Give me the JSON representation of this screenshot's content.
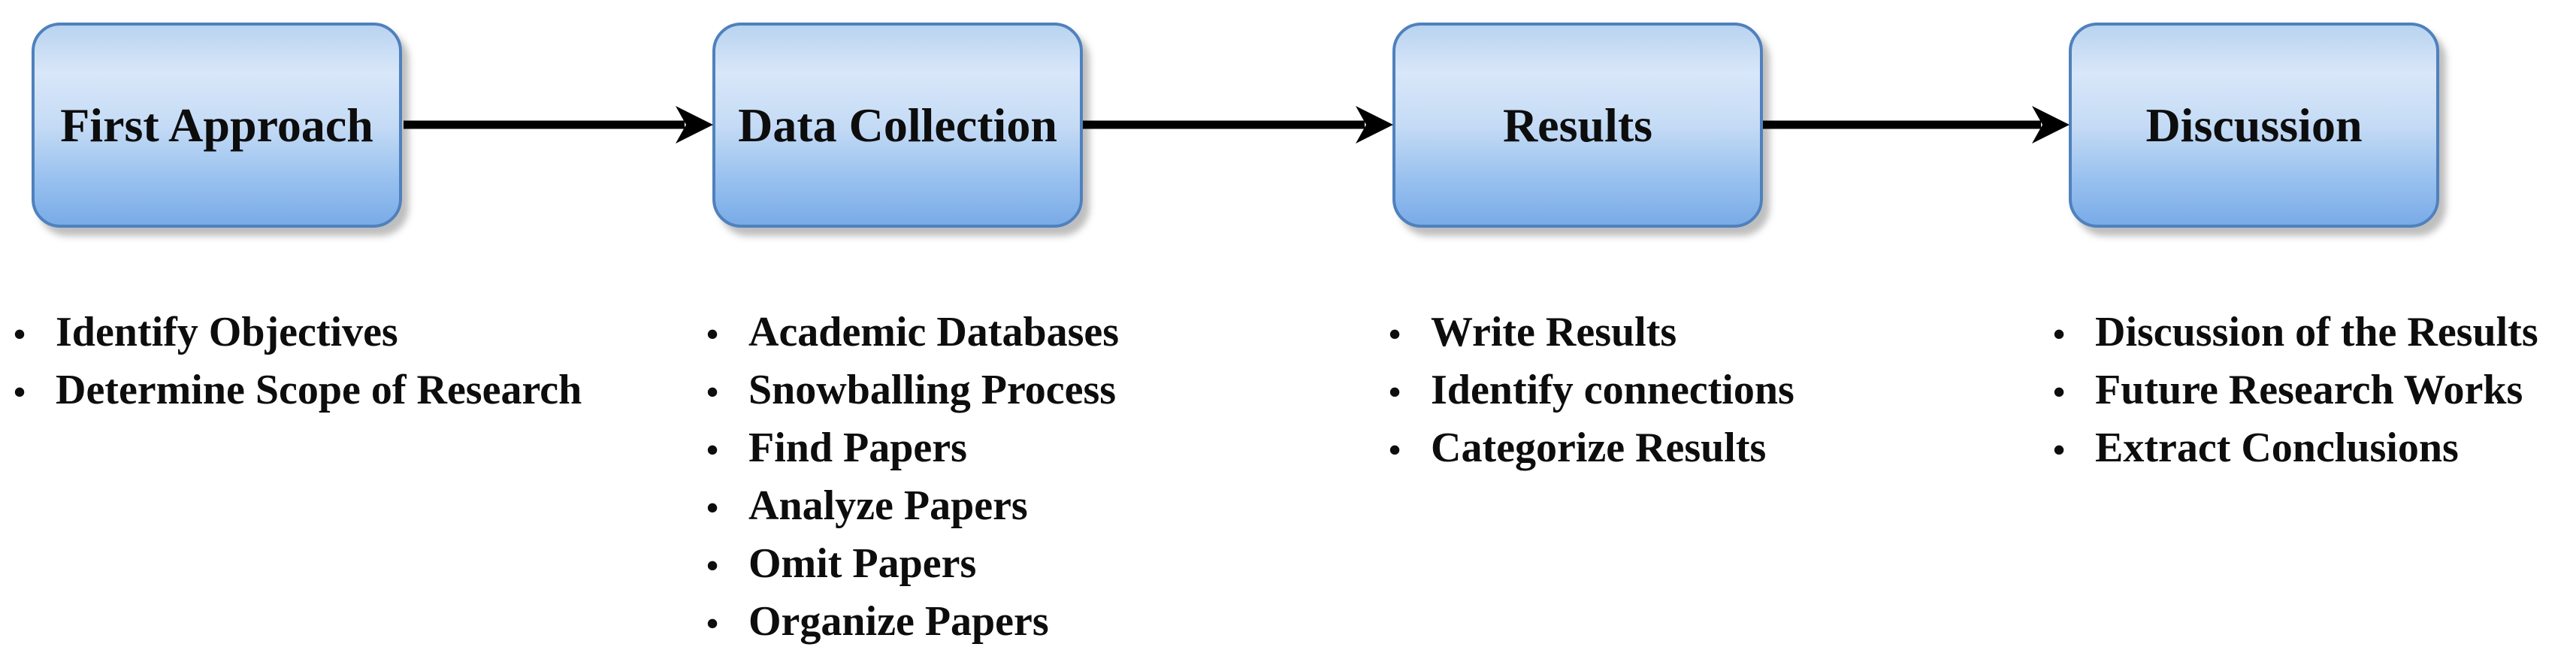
{
  "diagram": {
    "title_hint": "Research methodology flowchart",
    "bullet_icon": "•",
    "colors": {
      "box_border": "#4f81bd",
      "box_fill_top": "#b9d3f0",
      "box_fill_light": "#d8e7f9",
      "box_fill_bottom": "#7aabe7",
      "arrow": "#000000",
      "text": "#0d0d0d",
      "background": "#ffffff"
    },
    "stages": [
      {
        "title": "First Approach",
        "items": [
          "Identify Objectives",
          "Determine Scope of Research"
        ]
      },
      {
        "title": "Data Collection",
        "items": [
          "Academic Databases",
          "Snowballing Process",
          "Find Papers",
          "Analyze Papers",
          "Omit Papers",
          "Organize Papers"
        ]
      },
      {
        "title": "Results",
        "items": [
          "Write Results",
          "Identify connections",
          "Categorize Results"
        ]
      },
      {
        "title": "Discussion",
        "items": [
          "Discussion of the Results",
          "Future Research Works",
          "Extract Conclusions"
        ]
      }
    ]
  }
}
